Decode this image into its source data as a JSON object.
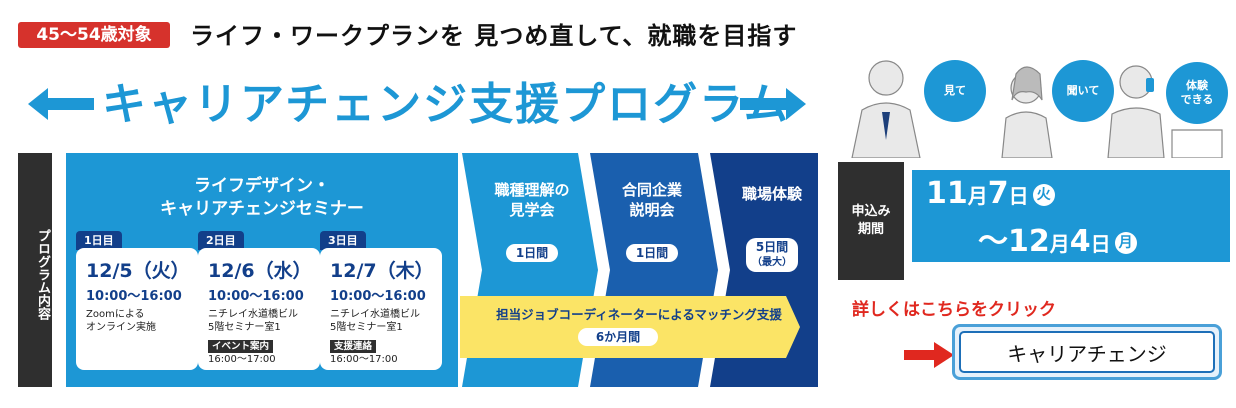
{
  "header": {
    "age_badge": "45～54歳対象",
    "headline": "ライフ・ワークプランを 見つめ直して、就職を目指す",
    "main_title": "キャリアチェンジ支援プログラム"
  },
  "program": {
    "side_label": "プログラム内容",
    "seminar_title_line1": "ライフデザイン・",
    "seminar_title_line2": "キャリアチェンジセミナー",
    "days": [
      {
        "tab": "1日目",
        "date": "12/5（火）",
        "time": "10:00～16:00",
        "note1": "Zoomによる",
        "note2": "オンライン実施"
      },
      {
        "tab": "2日目",
        "date": "12/6（水）",
        "time": "10:00～16:00",
        "note1": "ニチレイ水道橋ビル",
        "note2": "5階セミナー室1",
        "tag": "イベント案内",
        "tag_time": "16:00～17:00"
      },
      {
        "tab": "3日目",
        "date": "12/7（木）",
        "time": "10:00～16:00",
        "note1": "ニチレイ水道橋ビル",
        "note2": "5階セミナー室1",
        "tag": "支援連絡",
        "tag_time": "16:00～17:00"
      }
    ],
    "steps": [
      {
        "line1": "職種理解の",
        "line2": "見学会",
        "pill": "1日間"
      },
      {
        "line1": "合同企業",
        "line2": "説明会",
        "pill": "1日間"
      },
      {
        "line1": "職場体験",
        "line2": "",
        "pill1": "5日間",
        "pill2": "（最大）"
      }
    ],
    "matching": "担当ジョブコーディネーターによるマッチング支援",
    "matching_period": "6か月間"
  },
  "apply": {
    "label_line1": "申込み",
    "label_line2": "期間",
    "start_month": "11",
    "start_day": "7",
    "start_dow": "火",
    "end_prefix": "～",
    "end_month": "12",
    "end_day": "4",
    "end_dow": "月",
    "unit_month": "月",
    "unit_day": "日"
  },
  "bubbles": {
    "see": "見て",
    "hear": "聞いて",
    "try_line1": "体験",
    "try_line2": "できる"
  },
  "more_info": "詳しくはこちらをクリック",
  "button_label": "キャリアチェンジ",
  "colors": {
    "accent_blue": "#1d97d5",
    "navy": "#123f8a",
    "red": "#d6322c",
    "yellow": "#fbe466"
  }
}
